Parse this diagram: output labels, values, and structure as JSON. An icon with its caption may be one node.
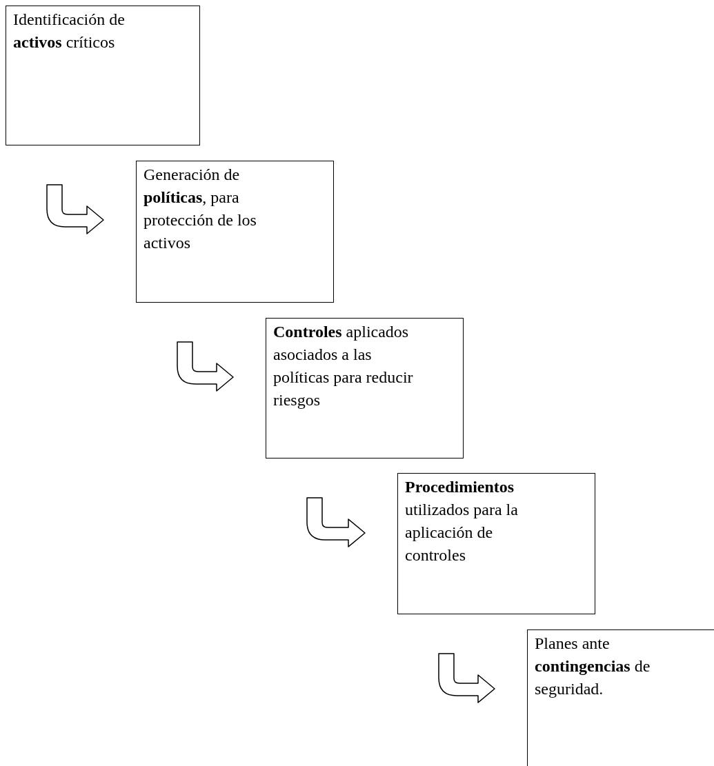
{
  "diagram": {
    "nodes": [
      {
        "text": [
          "Identificación de **activos** críticos"
        ]
      },
      {
        "text": [
          "Generación de **políticas**, para protección de los activos"
        ]
      },
      {
        "text": [
          "**Controles** aplicados asociados a las políticas para reducir riesgos"
        ]
      },
      {
        "text": [
          "**Procedimientos** utilizados para la aplicación de controles"
        ]
      },
      {
        "text": [
          "Planes ante **contingencias** de seguridad."
        ]
      }
    ],
    "edges": [
      {
        "from": 0,
        "to": 1,
        "arrow": "to"
      },
      {
        "from": 1,
        "to": 2,
        "arrow": "to"
      },
      {
        "from": 2,
        "to": 3,
        "arrow": "to"
      },
      {
        "from": 3,
        "to": 4,
        "arrow": "to"
      }
    ]
  }
}
